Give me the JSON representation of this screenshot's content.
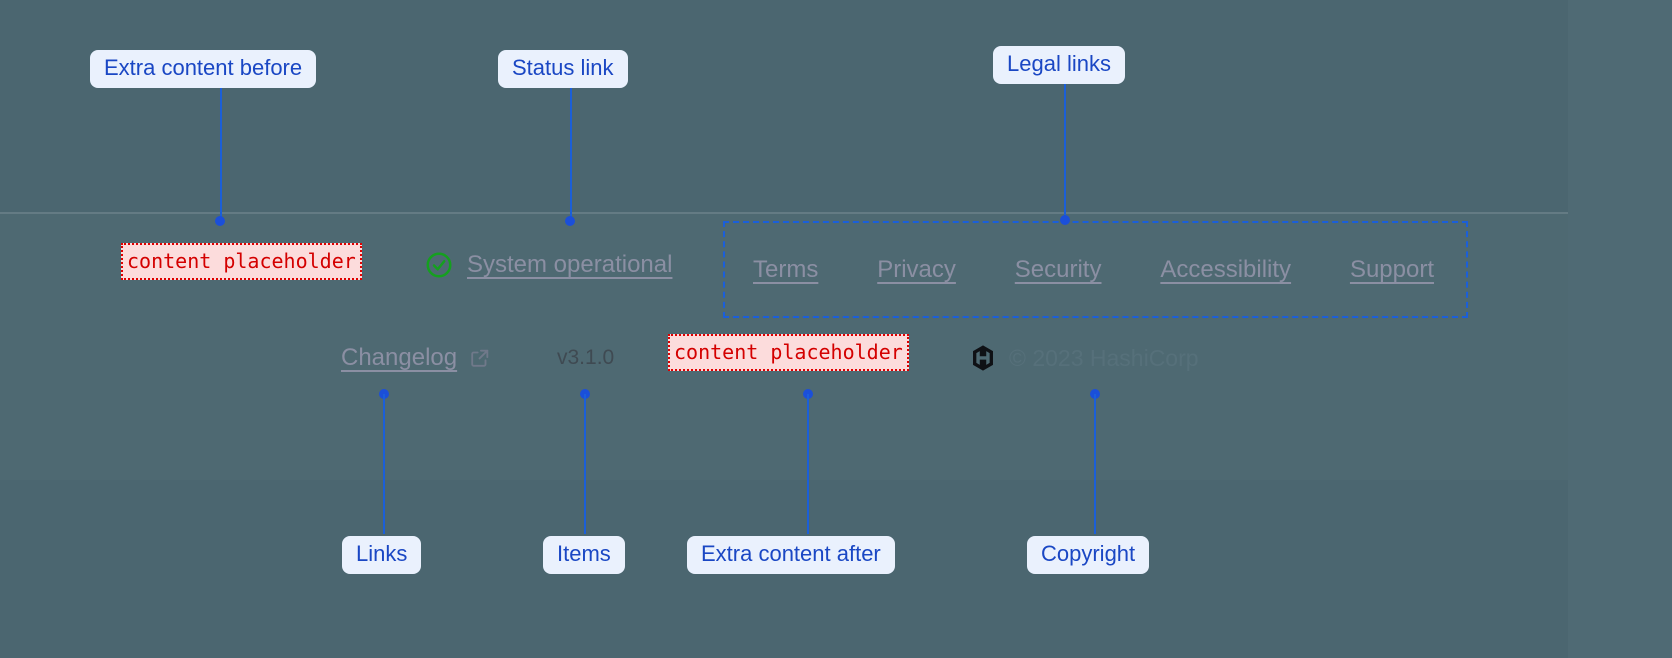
{
  "page": {
    "background_color": "#4b6670",
    "accent_color": "#1b5fd9",
    "placeholder_color": "#d40000",
    "muted_link_color": "#8b8fa3"
  },
  "footer": {
    "extra_content_before": "content placeholder",
    "extra_content_after": "content placeholder",
    "status": {
      "icon": "check-circle-icon",
      "label": "System operational"
    },
    "legal_links": [
      {
        "label": "Terms"
      },
      {
        "label": "Privacy"
      },
      {
        "label": "Security"
      },
      {
        "label": "Accessibility"
      },
      {
        "label": "Support"
      }
    ],
    "changelog": {
      "label": "Changelog",
      "icon": "external-link-icon"
    },
    "version": "v3.1.0",
    "copyright": {
      "logo": "hashicorp-logo",
      "text": "© 2023 HashiCorp"
    }
  },
  "annotations": [
    {
      "id": "extra-content-before",
      "label": "Extra content before"
    },
    {
      "id": "status-link",
      "label": "Status link"
    },
    {
      "id": "legal-links",
      "label": "Legal links"
    },
    {
      "id": "links",
      "label": "Links"
    },
    {
      "id": "items",
      "label": "Items"
    },
    {
      "id": "extra-content-after",
      "label": "Extra content after"
    },
    {
      "id": "copyright",
      "label": "Copyright"
    }
  ]
}
